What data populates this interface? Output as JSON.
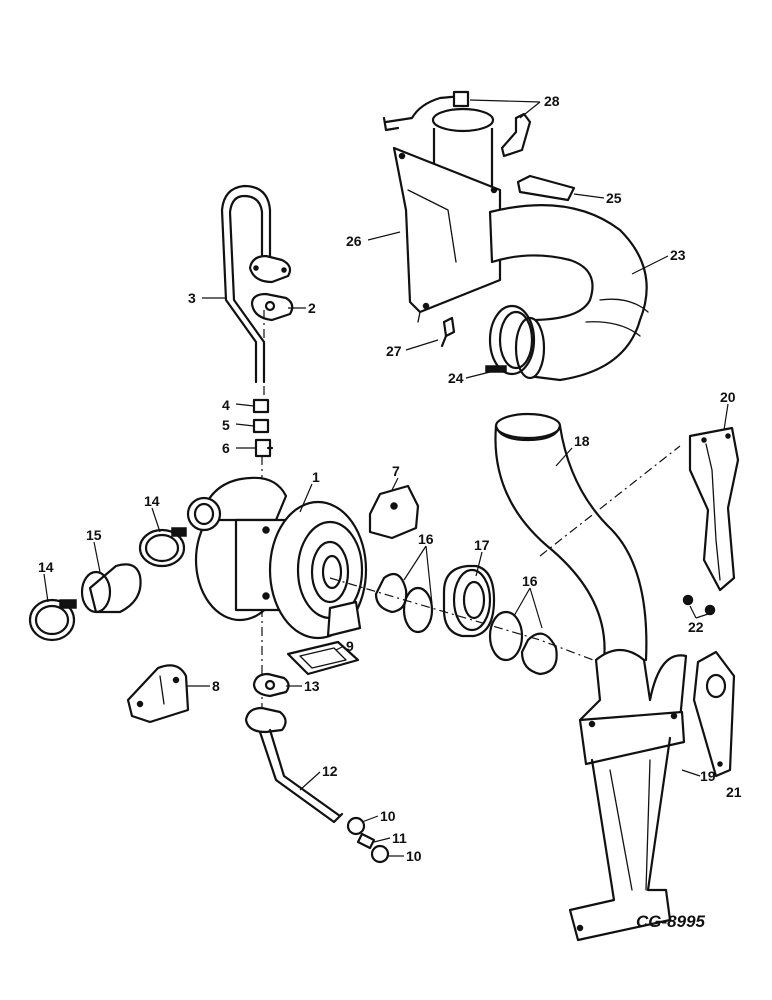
{
  "drawing_code": "CG-8995",
  "callouts": {
    "c1": "1",
    "c2": "2",
    "c3": "3",
    "c4": "4",
    "c5": "5",
    "c6": "6",
    "c7": "7",
    "c8": "8",
    "c9": "9",
    "c10a": "10",
    "c10b": "10",
    "c11": "11",
    "c12": "12",
    "c13": "13",
    "c14a": "14",
    "c14b": "14",
    "c15": "15",
    "c16a": "16",
    "c16b": "16",
    "c17": "17",
    "c18": "18",
    "c19": "19",
    "c20": "20",
    "c21": "21",
    "c22": "22",
    "c23": "23",
    "c24": "24",
    "c25": "25",
    "c26": "26",
    "c27": "27",
    "c28": "28"
  }
}
